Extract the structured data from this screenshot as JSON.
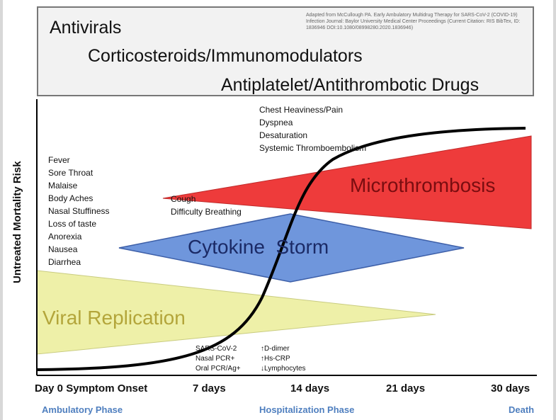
{
  "colors": {
    "viral": "#eef0a8",
    "viral_text": "#b3a53a",
    "cytokine": "#6f96dc",
    "cytokine_text": "#1b2a66",
    "micro": "#ee3b3b",
    "micro_text": "#7a0d10",
    "phase_text": "#4f7fbf",
    "curve": "#000000"
  },
  "drugs": [
    "Antivirals",
    "Corticosteroids/Immunomodulators",
    "Antiplatelet/Antithrombotic Drugs"
  ],
  "citation": "Adapted from McCullough PA. Early Ambulatory Multidrug Therapy for SARS-CoV-2 (COVID-19) Infection Journal: Baylor University Medical Center Proceedings (Current Citation: RIS BibTex, ID: 1836946 DOI:10.1080/08998280.2020.1836946)",
  "y_axis_label": "Untreated Mortality Risk",
  "symptoms": [
    "Fever",
    "Sore Throat",
    "Malaise",
    "Body Aches",
    "Nasal Stuffiness",
    "Loss of taste",
    "Anorexia",
    "Nausea",
    "Diarrhea"
  ],
  "cytokine_symptoms": [
    "Cough",
    "Difficulty Breathing"
  ],
  "thrombo_symptoms": [
    "Chest Heaviness/Pain",
    "Dyspnea",
    "Desaturation",
    "Systemic Thromboembolism"
  ],
  "tests_early": [
    "SARS-CoV-2",
    "Nasal PCR+",
    "Oral PCR/Ag+"
  ],
  "tests_late": [
    "↑D-dimer",
    "↑Hs-CRP",
    "↓Lymphocytes"
  ],
  "regions": {
    "viral": "Viral Replication",
    "cytokine": "Cytokine  Storm",
    "micro": "Microthrombosis"
  },
  "x_ticks": [
    "Day 0 Symptom Onset",
    "7 days",
    "14 days",
    "21 days",
    "30 days"
  ],
  "phases": [
    "Ambulatory Phase",
    "Hospitalization Phase",
    "Death"
  ]
}
